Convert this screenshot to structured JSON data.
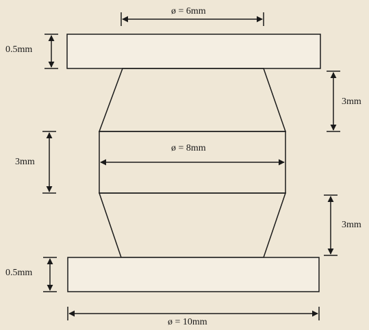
{
  "colors": {
    "background": "#efe7d6",
    "stroke": "#1a1a1a",
    "plate_fill": "#f4eee2"
  },
  "dimensions": {
    "top_diameter": "ø = 6mm",
    "middle_diameter": "ø = 8mm",
    "bottom_diameter": "ø = 10mm",
    "top_plate_thickness": "0.5mm",
    "bottom_plate_thickness": "0.5mm",
    "upper_taper_height": "3mm",
    "middle_band_height": "3mm",
    "lower_taper_height": "3mm"
  }
}
